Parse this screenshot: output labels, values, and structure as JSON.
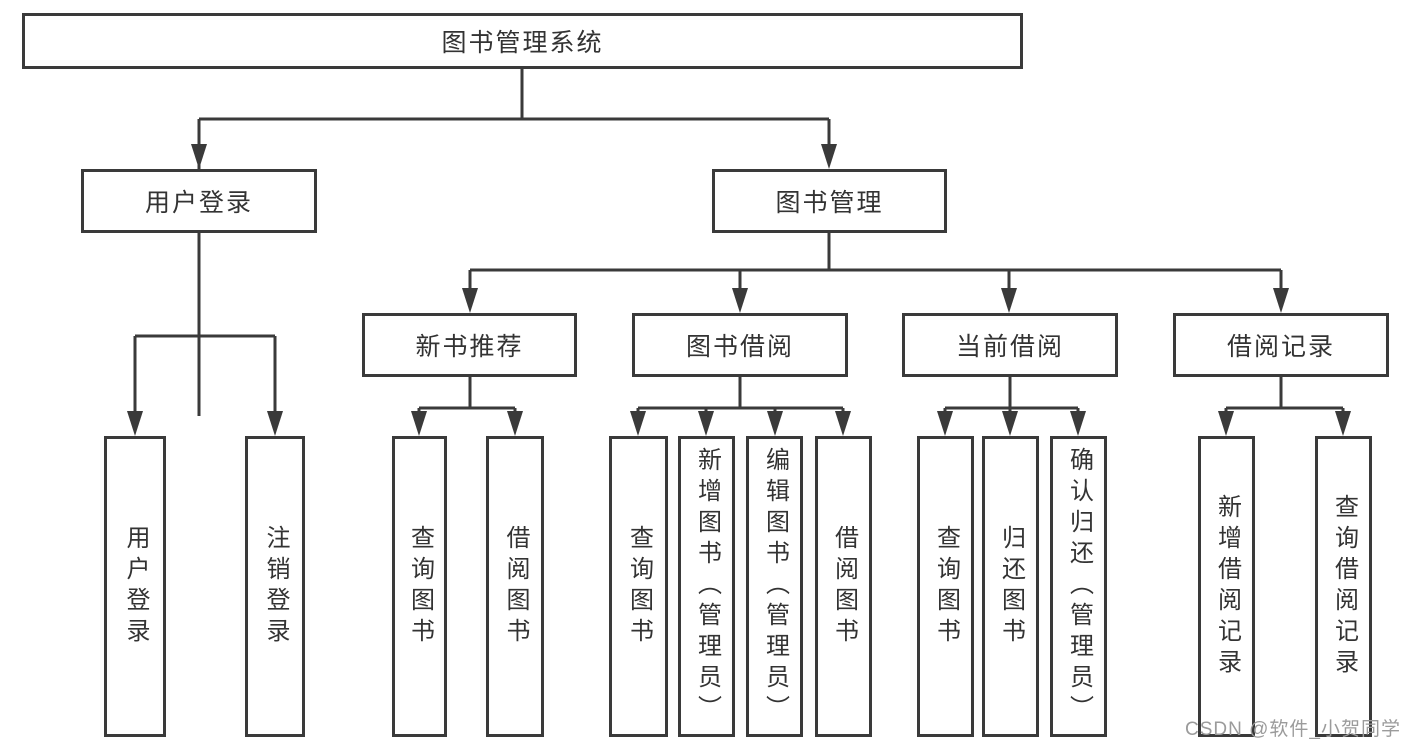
{
  "diagram": {
    "root": {
      "label": "图书管理系统",
      "children": [
        {
          "label": "用户登录",
          "children": [
            {
              "label": "用户登录"
            },
            {
              "label": "注销登录"
            }
          ]
        },
        {
          "label": "图书管理",
          "children": [
            {
              "label": "新书推荐",
              "children": [
                {
                  "label": "查询图书"
                },
                {
                  "label": "借阅图书"
                }
              ]
            },
            {
              "label": "图书借阅",
              "children": [
                {
                  "label": "查询图书"
                },
                {
                  "label": "新增图书（管理员）"
                },
                {
                  "label": "编辑图书（管理员）"
                },
                {
                  "label": "借阅图书"
                }
              ]
            },
            {
              "label": "当前借阅",
              "children": [
                {
                  "label": "查询图书"
                },
                {
                  "label": "归还图书"
                },
                {
                  "label": "确认归还（管理员）"
                }
              ]
            },
            {
              "label": "借阅记录",
              "children": [
                {
                  "label": "新增借阅记录"
                },
                {
                  "label": "查询借阅记录"
                }
              ]
            }
          ]
        }
      ]
    }
  },
  "watermark": {
    "text": "CSDN @软件_小贺同学"
  },
  "colors": {
    "line": "#3a3a3a",
    "text": "#333333",
    "watermark": "#9b9b9b",
    "background": "#ffffff"
  }
}
